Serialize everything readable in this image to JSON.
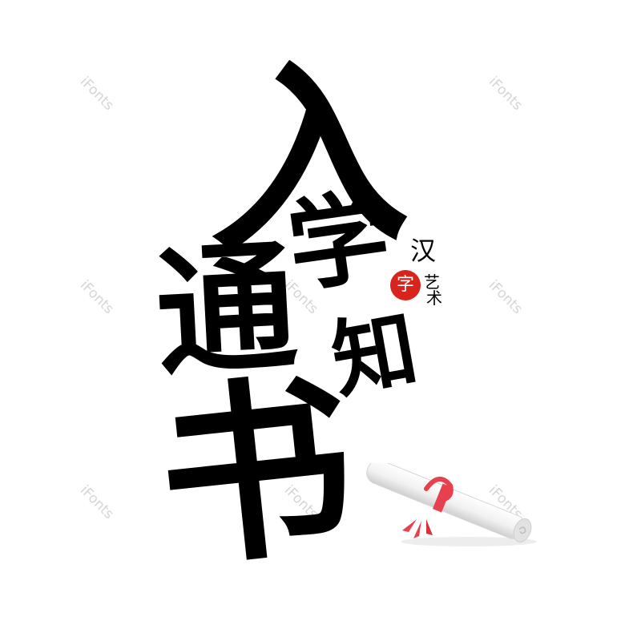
{
  "title_chars": [
    "入",
    "学",
    "通",
    "知",
    "书"
  ],
  "seal": {
    "badge_text": "字",
    "side_text": [
      "汉",
      "艺",
      "术"
    ],
    "badge_color": "#d8241c"
  },
  "watermark": {
    "text": "iFonts",
    "color": "#c8c8c8"
  },
  "colors": {
    "ink": "#000000",
    "background": "#ffffff",
    "ribbon": "#e8414e",
    "paper": "#f4f4f4"
  },
  "illustration": {
    "name": "rolled diploma scroll with red ribbon"
  }
}
